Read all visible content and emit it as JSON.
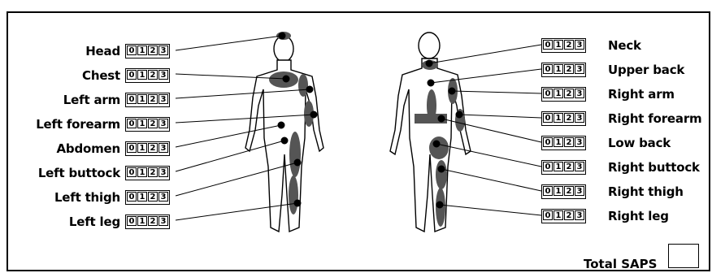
{
  "scale_values": [
    "0",
    "1",
    "2",
    "3"
  ],
  "left_labels": [
    "Head",
    "Chest",
    "Left arm",
    "Left forearm",
    "Abdomen",
    "Left buttock",
    "Left thigh",
    "Left leg"
  ],
  "right_labels": [
    "Neck",
    "Upper back",
    "Right arm",
    "Right forearm",
    "Low back",
    "Right buttock",
    "Right thigh",
    "Right leg"
  ],
  "total_label": "Total SAPS",
  "colors": {
    "ink": "#000000",
    "shade": "#555555",
    "paper": "#ffffff"
  }
}
